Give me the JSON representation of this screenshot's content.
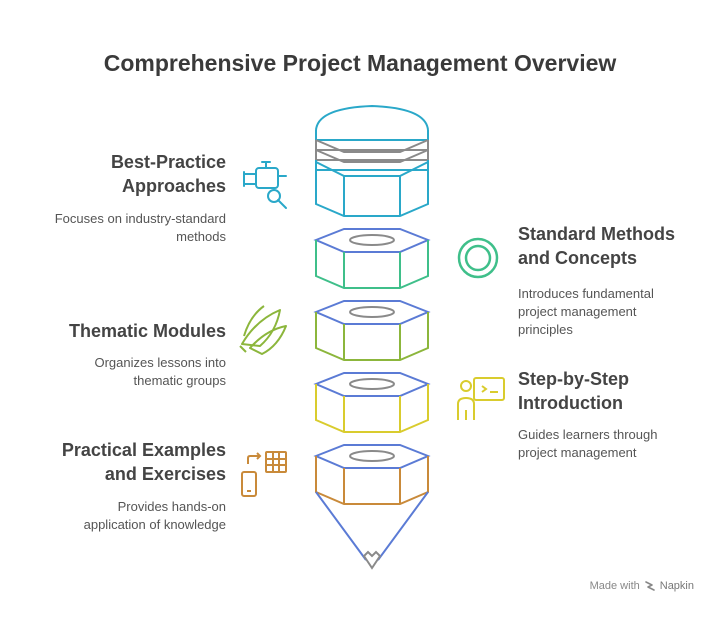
{
  "title": "Comprehensive Project Management Overview",
  "colors": {
    "blue": "#2aa8c9",
    "gray": "#8a8a8a",
    "teal": "#3fbf8a",
    "green": "#8cb63c",
    "yellow": "#d9cc2e",
    "orange": "#c98a3a",
    "indigo": "#5b7bd5"
  },
  "layers": [
    {
      "heading": "Best-Practice\nApproaches",
      "description": "Focuses on industry-standard\nmethods",
      "icon": "valve-search-icon",
      "color": "#2aa8c9",
      "side": "left"
    },
    {
      "heading": "Standard Methods\nand Concepts",
      "description": "Introduces fundamental\nproject management\nprinciples",
      "icon": "ring-icon",
      "color": "#3fbf8a",
      "side": "right"
    },
    {
      "heading": "Thematic Modules",
      "description": "Organizes lessons into\nthematic groups",
      "icon": "leaves-icon",
      "color": "#8cb63c",
      "side": "left"
    },
    {
      "heading": "Step-by-Step\nIntroduction",
      "description": "Guides learners through\nproject management",
      "icon": "presenter-icon",
      "color": "#d9cc2e",
      "side": "right"
    },
    {
      "heading": "Practical Examples\nand Exercises",
      "description": "Provides hands-on\napplication of knowledge",
      "icon": "phone-sheet-icon",
      "color": "#c98a3a",
      "side": "left"
    }
  ],
  "footer": {
    "made_with": "Made with",
    "brand": "Napkin",
    "logo_icon": "napkin-logo-icon"
  }
}
